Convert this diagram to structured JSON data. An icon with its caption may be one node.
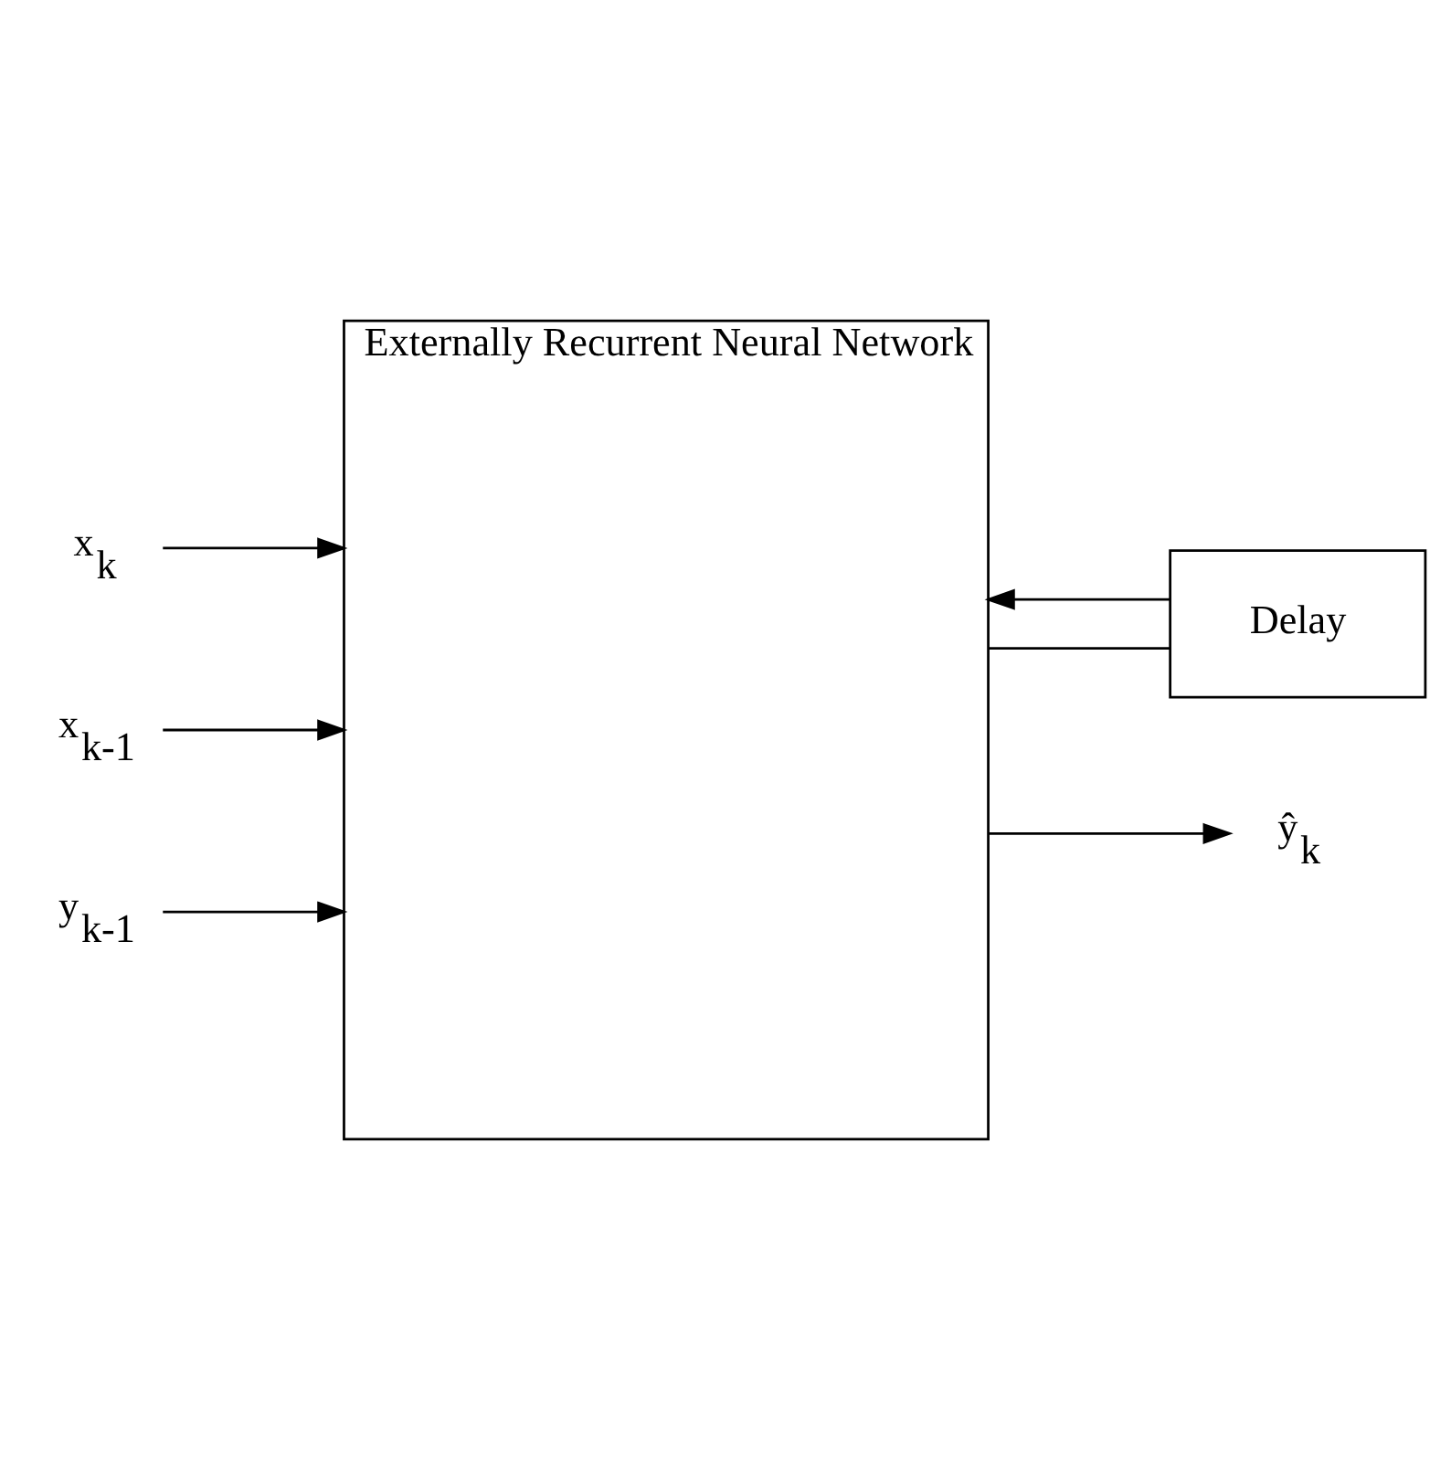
{
  "diagram": {
    "nodes": [
      {
        "text": [
          "Externally Recurrent Neural Network"
        ]
      },
      {
        "text": [
          "Delay"
        ]
      },
      {
        "text": [
          "x$_{k}$"
        ]
      },
      {
        "text": [
          "x$_{k-1}$"
        ]
      },
      {
        "text": [
          "y$_{k-1}$"
        ]
      },
      {
        "text": [
          "ŷ$_{k}$"
        ]
      }
    ],
    "edges": [
      {
        "from": 2,
        "to": 0,
        "arrow": "to"
      },
      {
        "from": 3,
        "to": 0,
        "arrow": "to"
      },
      {
        "from": 4,
        "to": 0,
        "arrow": "to"
      },
      {
        "from": 0,
        "to": 5,
        "arrow": "to"
      },
      {
        "from": 0,
        "to": 1,
        "arrow": "none"
      },
      {
        "from": 1,
        "to": 0,
        "arrow": "to"
      }
    ]
  }
}
